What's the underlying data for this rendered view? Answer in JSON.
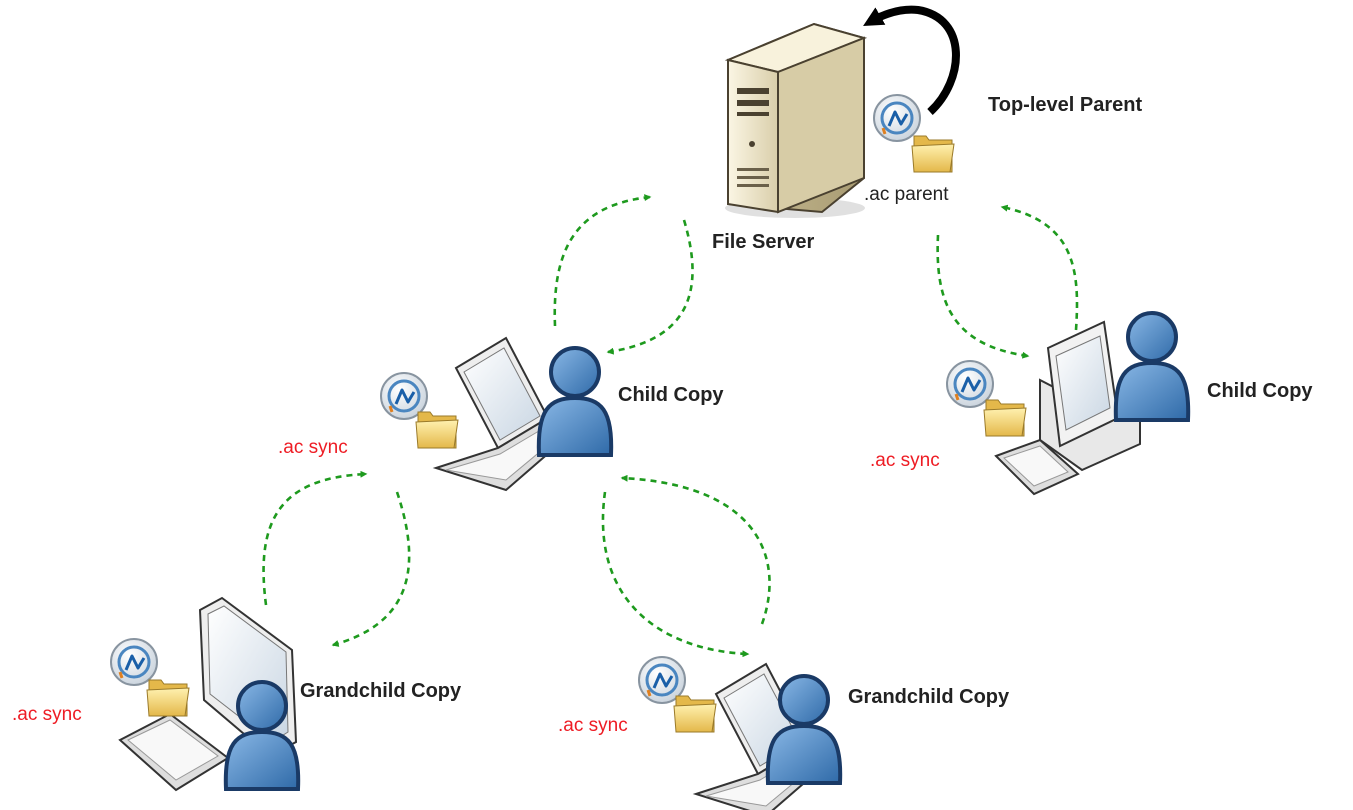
{
  "colors": {
    "arrow_green": "#1e9a1e",
    "sync_red": "#ee1c24",
    "text": "#222222",
    "person_blue": "#4a86c0",
    "server_beige": "#ece3c4"
  },
  "labels": {
    "top_parent": "Top-level Parent",
    "file_server": "File Server",
    "ac_parent": ".ac parent",
    "child_copy_left": "Child Copy",
    "child_copy_right": "Child Copy",
    "grandchild_copy_left": "Grandchild Copy",
    "grandchild_copy_mid": "Grandchild Copy",
    "sync_child_left": ".ac sync",
    "sync_child_right": ".ac sync",
    "sync_grandchild_left": ".ac sync",
    "sync_grandchild_mid": ".ac sync"
  },
  "icons": {
    "server": "file-server-icon",
    "laptop": "laptop-icon",
    "desktop": "desktop-computer-icon",
    "user": "user-icon",
    "folder": "folder-icon",
    "sync_badge": "sync-badge-icon"
  }
}
